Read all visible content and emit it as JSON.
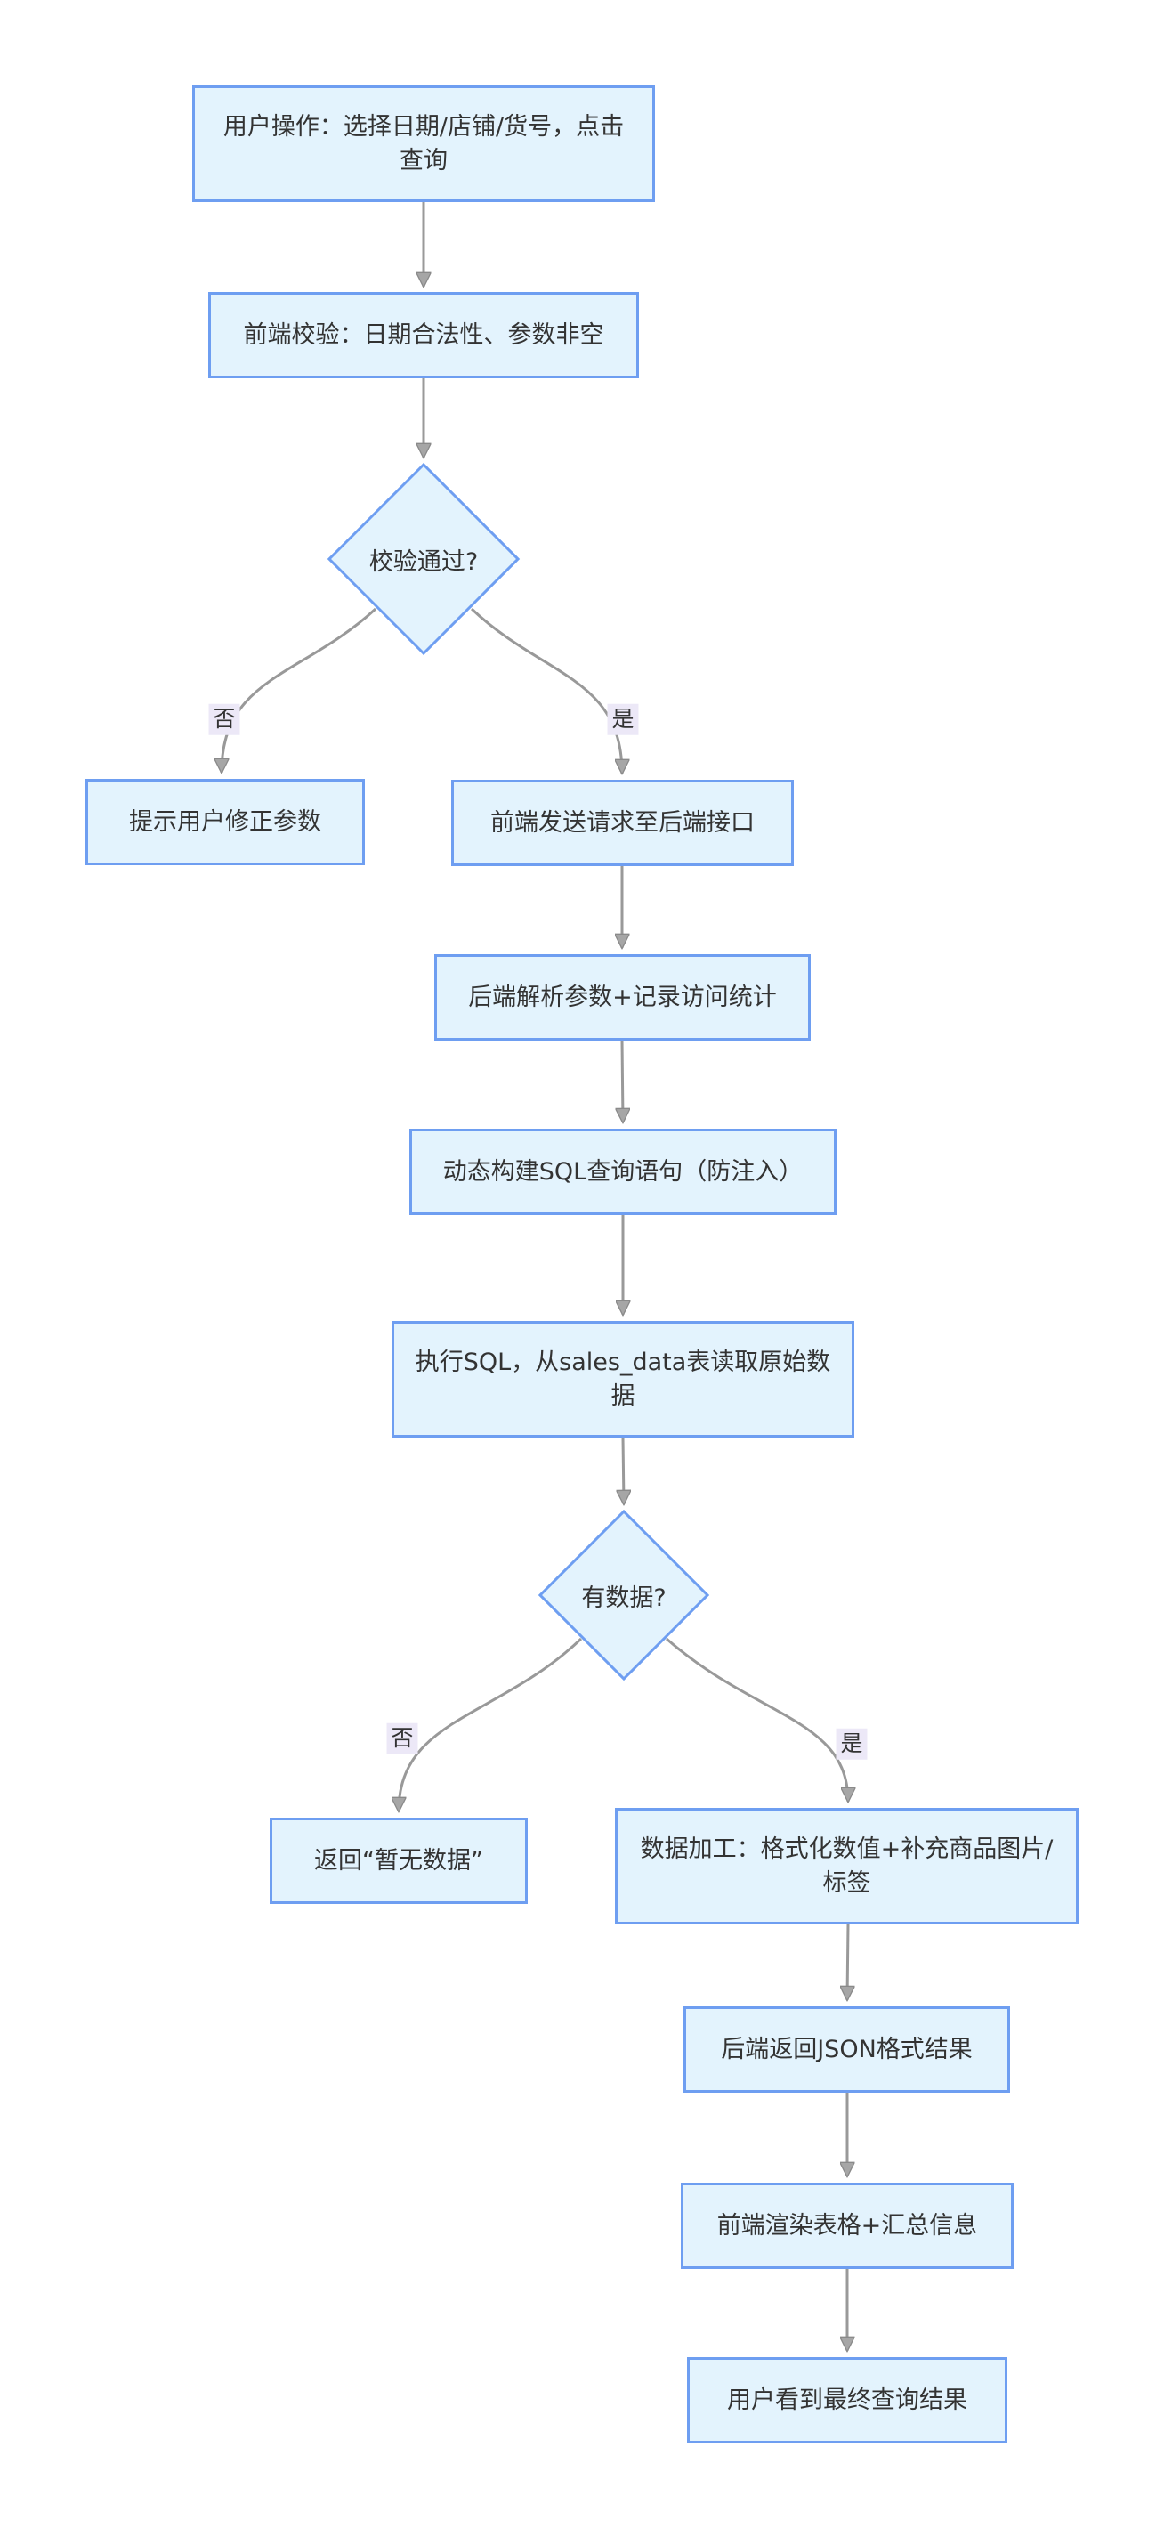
{
  "diagram": {
    "type": "flowchart",
    "direction": "top-down",
    "colors": {
      "node_fill": "#e3f3fd",
      "node_border": "#6e9ef1",
      "edge": "#999999",
      "edge_label_bg": "#ece8f7",
      "text": "#333333",
      "background": "#ffffff"
    },
    "nodes": [
      {
        "id": "A",
        "shape": "rect",
        "label": "用户操作：选择日期/店铺/货号，点击查询"
      },
      {
        "id": "B",
        "shape": "rect",
        "label": "前端校验：日期合法性、参数非空"
      },
      {
        "id": "C",
        "shape": "diamond",
        "label": "校验通过?"
      },
      {
        "id": "D",
        "shape": "rect",
        "label": "提示用户修正参数"
      },
      {
        "id": "E",
        "shape": "rect",
        "label": "前端发送请求至后端接口"
      },
      {
        "id": "F",
        "shape": "rect",
        "label": "后端解析参数+记录访问统计"
      },
      {
        "id": "G",
        "shape": "rect",
        "label": "动态构建SQL查询语句（防注入）"
      },
      {
        "id": "H",
        "shape": "rect",
        "label": "执行SQL，从sales_data表读取原始数据"
      },
      {
        "id": "I",
        "shape": "diamond",
        "label": "有数据?"
      },
      {
        "id": "J",
        "shape": "rect",
        "label": "返回“暂无数据”"
      },
      {
        "id": "K",
        "shape": "rect",
        "label": "数据加工：格式化数值+补充商品图片/标签"
      },
      {
        "id": "L",
        "shape": "rect",
        "label": "后端返回JSON格式结果"
      },
      {
        "id": "M",
        "shape": "rect",
        "label": "前端渲染表格+汇总信息"
      },
      {
        "id": "N",
        "shape": "rect",
        "label": "用户看到最终查询结果"
      }
    ],
    "edges": [
      {
        "from": "A",
        "to": "B",
        "label": ""
      },
      {
        "from": "B",
        "to": "C",
        "label": ""
      },
      {
        "from": "C",
        "to": "D",
        "label": "否"
      },
      {
        "from": "C",
        "to": "E",
        "label": "是"
      },
      {
        "from": "E",
        "to": "F",
        "label": ""
      },
      {
        "from": "F",
        "to": "G",
        "label": ""
      },
      {
        "from": "G",
        "to": "H",
        "label": ""
      },
      {
        "from": "H",
        "to": "I",
        "label": ""
      },
      {
        "from": "I",
        "to": "J",
        "label": "否"
      },
      {
        "from": "I",
        "to": "K",
        "label": "是"
      },
      {
        "from": "K",
        "to": "L",
        "label": ""
      },
      {
        "from": "L",
        "to": "M",
        "label": ""
      },
      {
        "from": "M",
        "to": "N",
        "label": ""
      }
    ]
  }
}
